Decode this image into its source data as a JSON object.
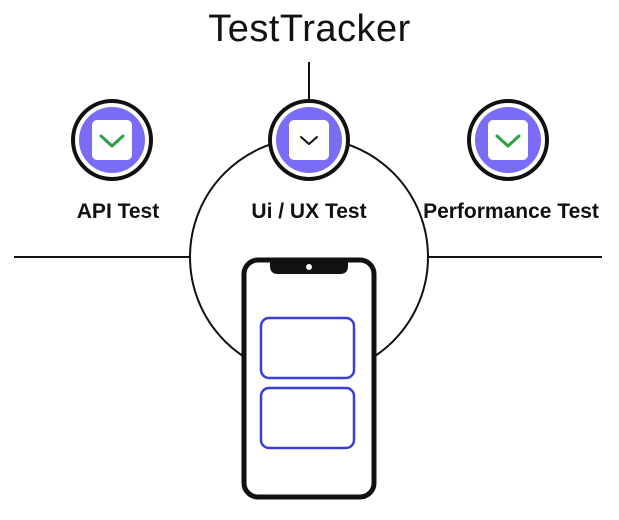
{
  "title": "TestTracker",
  "colors": {
    "node_ring": "#111111",
    "node_fill": "#7a6cf5",
    "check_api": "#2ea043",
    "check_ui": "#111111",
    "check_perf": "#2ea043",
    "panel_border": "#3a3fd8"
  },
  "nodes": [
    {
      "label": "API Test",
      "icon": "check-icon"
    },
    {
      "label": "Ui / UX Test",
      "icon": "chevron-down-icon"
    },
    {
      "label": "Performance Test",
      "icon": "check-icon"
    }
  ],
  "device": {
    "icon": "smartphone-icon"
  }
}
